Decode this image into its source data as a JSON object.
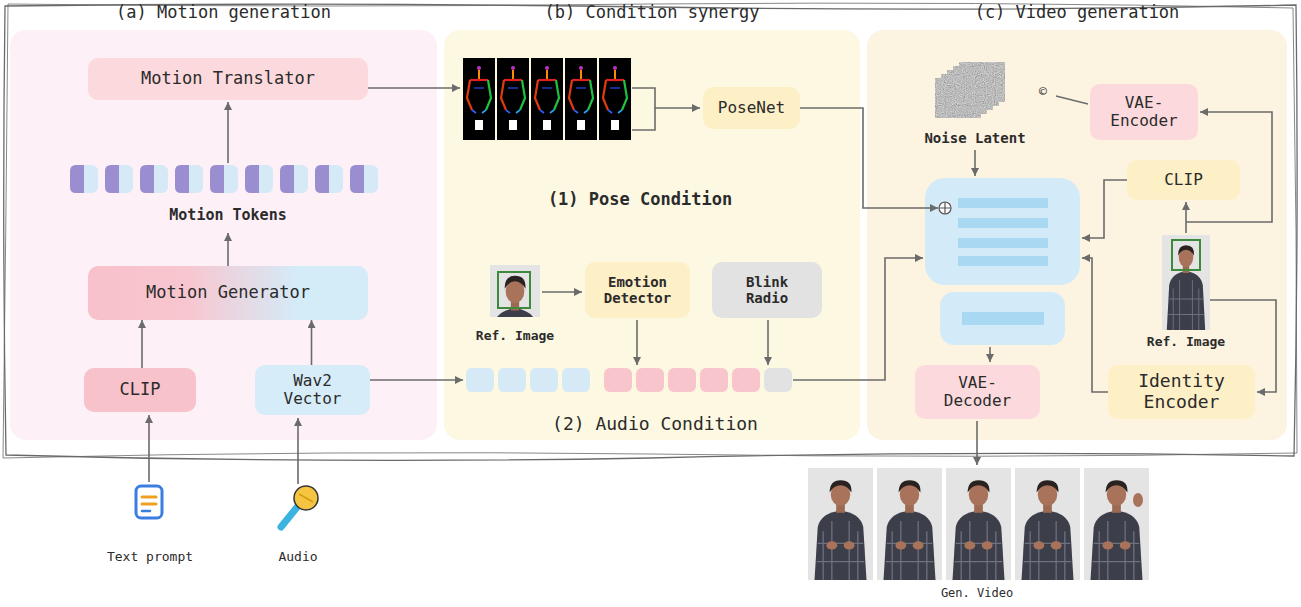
{
  "diagram": {
    "nodes": [
      {
        "text": [
          "(a) Motion generation"
        ]
      },
      {
        "text": [
          "Motion Translator"
        ],
        "in": 0
      },
      {
        "text": [
          "Motion Generator"
        ],
        "in": 0
      },
      {
        "text": [
          "CLIP"
        ],
        "in": 0
      },
      {
        "text": [
          "Wav2 Vector"
        ],
        "in": 0
      },
      {
        "text": [
          "(b) Condition synergy"
        ]
      },
      {
        "text": [
          "PoseNet"
        ],
        "in": 5
      },
      {
        "text": [
          "Emotion Detector"
        ],
        "in": 5
      },
      {
        "text": [
          "Blink Radio"
        ],
        "in": 5
      },
      {
        "text": [
          "(c) Video generation"
        ]
      },
      {
        "text": [
          "VAE-Encoder"
        ],
        "in": 9
      },
      {
        "text": [
          "CLIP"
        ],
        "in": 9
      },
      {
        "text": [
          "Identity Encoder"
        ],
        "in": 9
      },
      {
        "text": [
          "VAE-Decoder"
        ],
        "in": 9
      }
    ],
    "edges": [
      {
        "from": 3,
        "to": 2,
        "arrow": "to"
      },
      {
        "from": 4,
        "to": 2,
        "arrow": "to"
      }
    ],
    "labels": [
      "Motion Tokens",
      "(1) Pose Condition",
      "Ref. Image",
      "(2) Audio Condition",
      "Noise Latent",
      "©",
      "Ref. Image",
      "Text prompt",
      "Audio",
      "Gen. Video"
    ]
  }
}
